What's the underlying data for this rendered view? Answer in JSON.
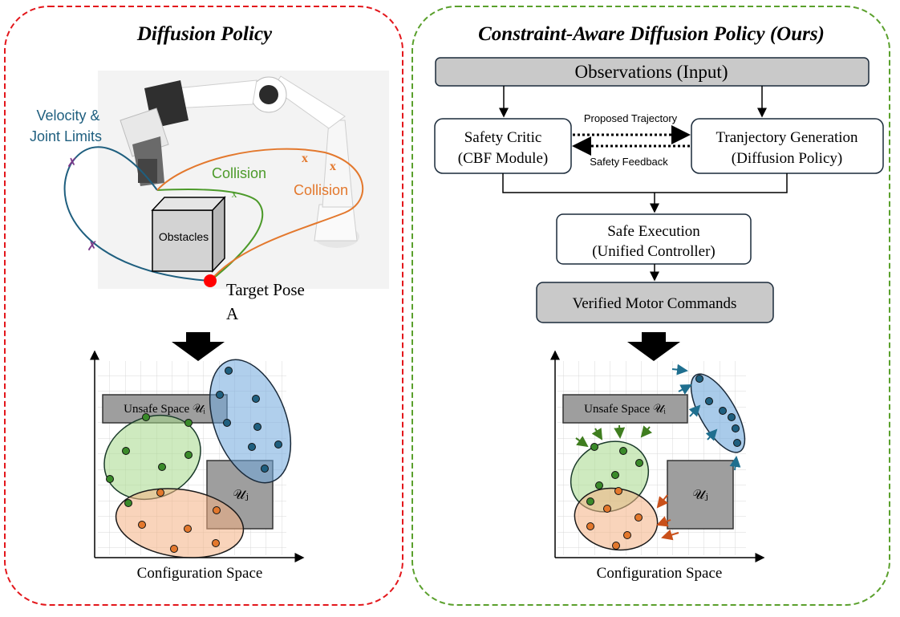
{
  "left_panel": {
    "title": "Diffusion Policy",
    "robot_labels": {
      "velocity_joint_line1": "Velocity &",
      "velocity_joint_line2": "Joint Limits",
      "collision_green": "Collision",
      "collision_orange": "Collision",
      "obstacles": "Obstacles",
      "target_line1": "Target Pose",
      "target_line2": "A"
    },
    "plot": {
      "unsafe_space_i": "Unsafe Space 𝒰ᵢ",
      "unsafe_space_j": "𝒰ⱼ",
      "xlabel": "Configuration Space"
    }
  },
  "right_panel": {
    "title": "Constraint-Aware Diffusion Policy (Ours)",
    "boxes": {
      "observations": "Observations  (Input)",
      "safety_critic_line1": "Safety Critic",
      "safety_critic_line2": "(CBF Module)",
      "trajectory_gen_line1": "Tranjectory Generation",
      "trajectory_gen_line2": "(Diffusion Policy)",
      "safe_exec_line1": "Safe Execution",
      "safe_exec_line2": "(Unified Controller)",
      "verified": "Verified Motor Commands"
    },
    "arrow_labels": {
      "proposed": "Proposed Trajectory",
      "feedback": "Safety Feedback"
    },
    "plot": {
      "unsafe_space_i": "Unsafe Space 𝒰ᵢ",
      "unsafe_space_j": "𝒰ⱼ",
      "xlabel": "Configuration Space"
    }
  },
  "colors": {
    "left_border": "#e3161b",
    "right_border": "#5aa02c",
    "blue_path": "#1f5f7f",
    "green_path": "#4c9a2a",
    "orange_path": "#e3782d",
    "target_dot": "#ff0000",
    "box_fill": "#c9c9c9"
  }
}
